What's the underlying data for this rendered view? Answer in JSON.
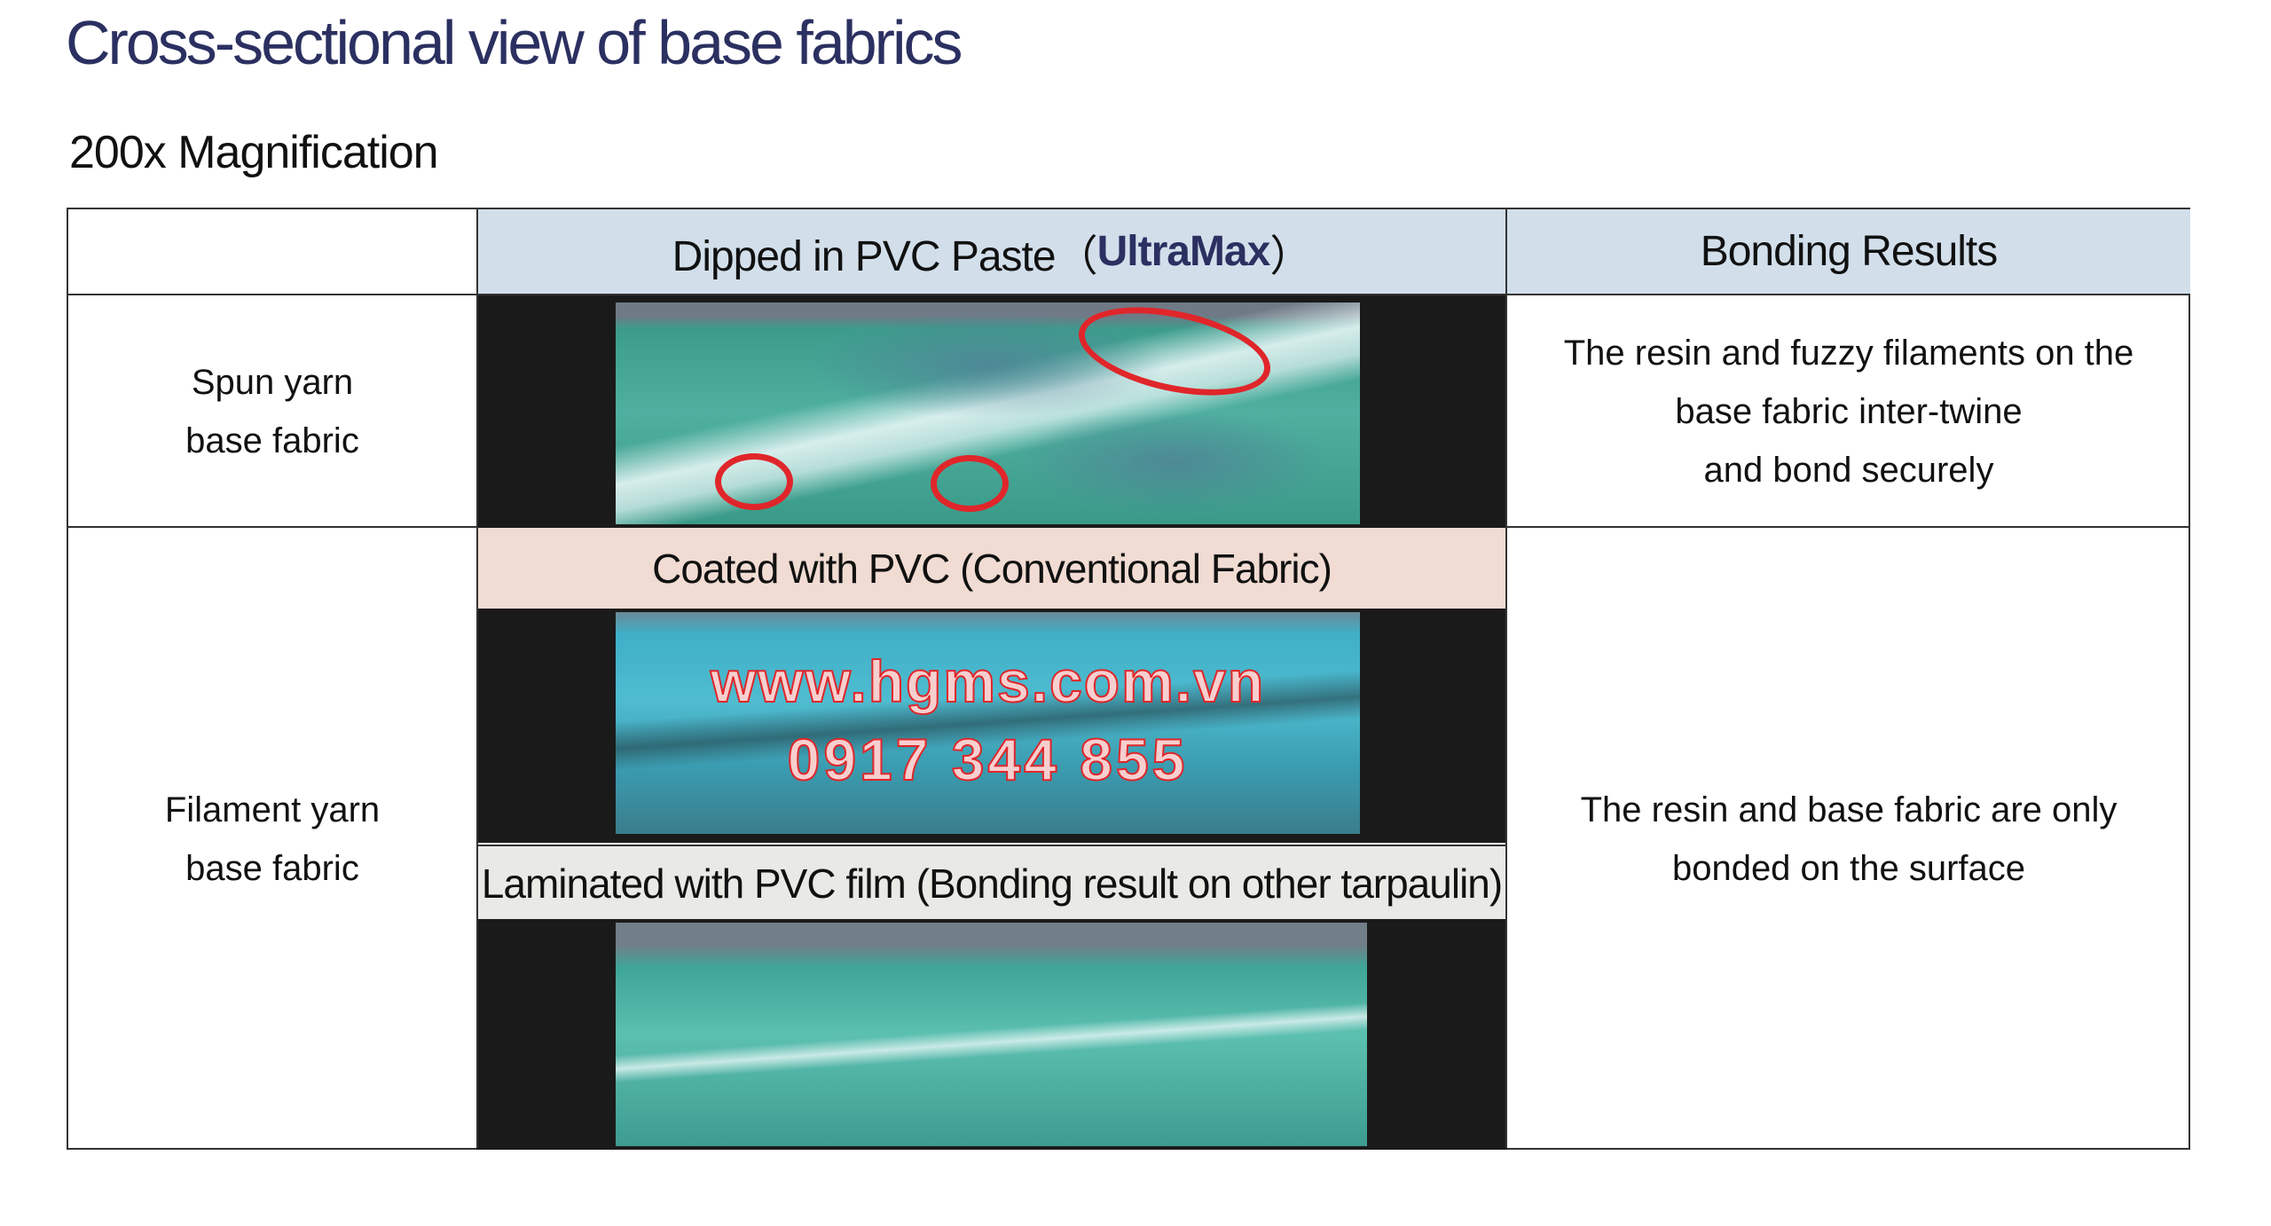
{
  "page": {
    "title": "Cross-sectional view of base fabrics",
    "subtitle": "200x Magnification"
  },
  "table": {
    "header": {
      "col1": "",
      "col2_prefix": "Dipped in PVC Paste（",
      "col2_brand": "UltraMax",
      "col2_suffix": "）",
      "col3": "Bonding Results"
    },
    "rows": [
      {
        "label_line1": "Spun yarn",
        "label_line2": "base fabric",
        "result_line1": "The resin and fuzzy filaments on the",
        "result_line2": "base fabric inter-twine",
        "result_line3": "and bond securely"
      },
      {
        "label_line1": "Filament yarn",
        "label_line2": "base fabric",
        "coated_label": "Coated with PVC (Conventional Fabric)",
        "laminated_label": "Laminated with PVC film (Bonding result on other tarpaulin)",
        "result_line1": "The resin and base fabric are only",
        "result_line2": "bonded on the surface"
      }
    ]
  },
  "watermark": {
    "line1": "www.hgms.com.vn",
    "line2": "0917 344 855"
  },
  "colors": {
    "title": "#2b3061",
    "header_bg": "#d2dfeb",
    "coated_bg": "#f1dcd3",
    "laminated_bg": "#e9e9e6",
    "highlight_ring": "#e0262a"
  }
}
